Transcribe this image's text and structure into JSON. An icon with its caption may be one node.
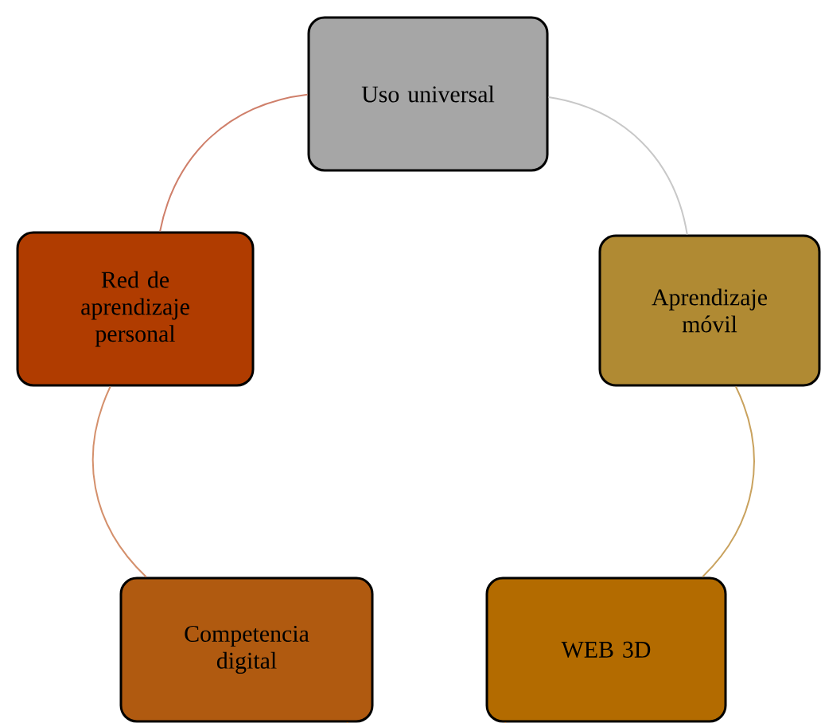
{
  "diagram": {
    "nodes": [
      {
        "text": [
          "Uso universal"
        ]
      },
      {
        "text": [
          "Aprendizaje móvil"
        ]
      },
      {
        "text": [
          "WEB 3D"
        ]
      },
      {
        "text": [
          "Competencia digital"
        ]
      },
      {
        "text": [
          "Red de aprendizaje personal"
        ]
      }
    ],
    "edges": [
      {
        "from": 0,
        "to": 1,
        "arrow": "none",
        "color": "#c8c8c8"
      },
      {
        "from": 1,
        "to": 2,
        "arrow": "none",
        "color": "#c9a25e"
      },
      {
        "from": 2,
        "to": 3,
        "arrow": "none",
        "color": "#c8823c"
      },
      {
        "from": 3,
        "to": 4,
        "arrow": "none",
        "color": "#d4906c"
      },
      {
        "from": 4,
        "to": 0,
        "arrow": "none",
        "color": "#cf7f6a"
      }
    ]
  }
}
